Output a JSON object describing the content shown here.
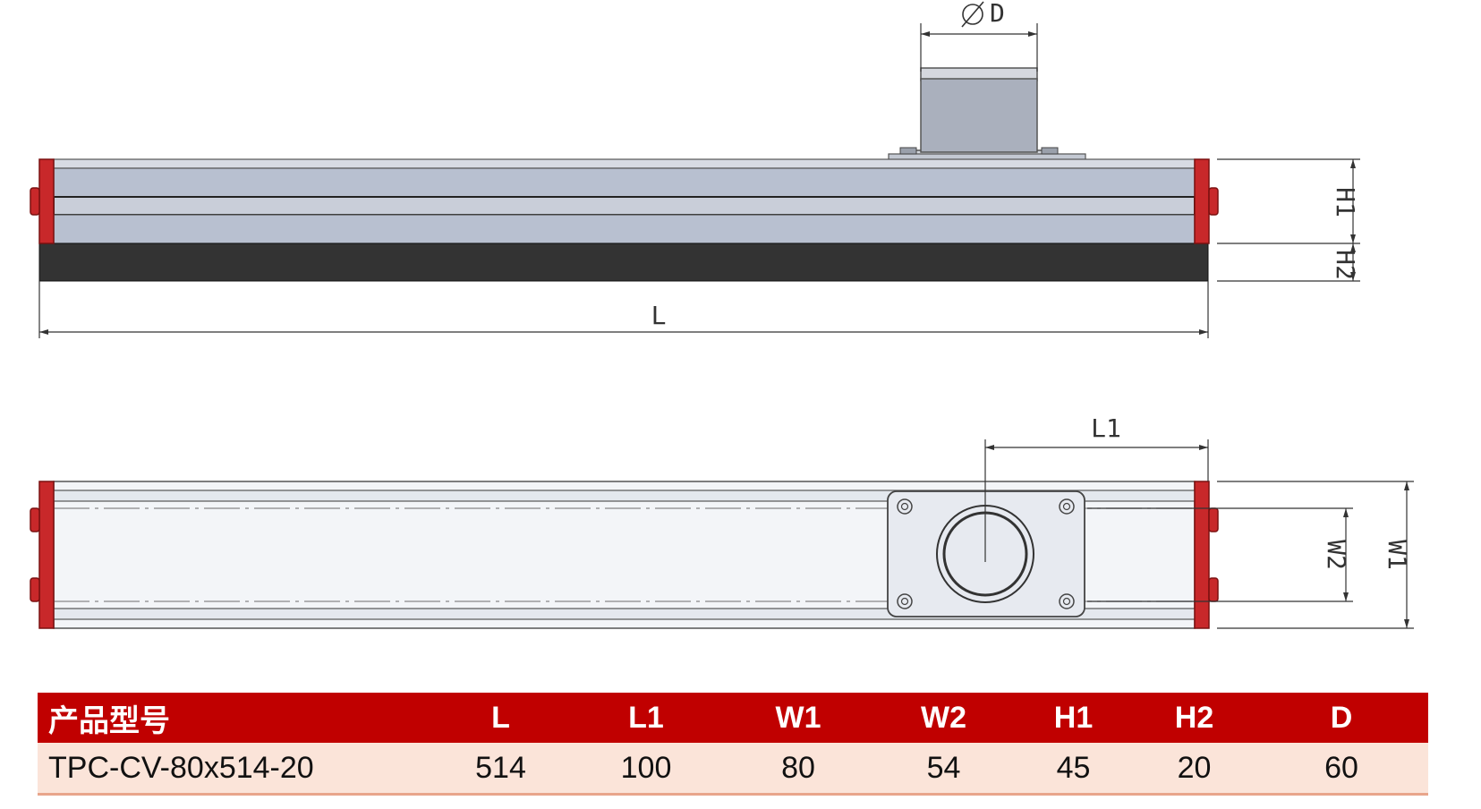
{
  "colors": {
    "end_cap": "#c8282a",
    "profile": "#b8c0d0",
    "sponge": "#333333",
    "header_bg": "#c00000",
    "row_bg": "#fbe4d9"
  },
  "drawing": {
    "side_view_labels": {
      "length": "L",
      "diameter": "D",
      "h1": "H1",
      "h2": "H2"
    },
    "top_view_labels": {
      "l1": "L1",
      "w1": "W1",
      "w2": "W2"
    }
  },
  "spec_table": {
    "headers": [
      "产品型号",
      "L",
      "L1",
      "W1",
      "W2",
      "H1",
      "H2",
      "D"
    ],
    "row": [
      "TPC-CV-80x514-20",
      "514",
      "100",
      "80",
      "54",
      "45",
      "20",
      "60"
    ]
  }
}
